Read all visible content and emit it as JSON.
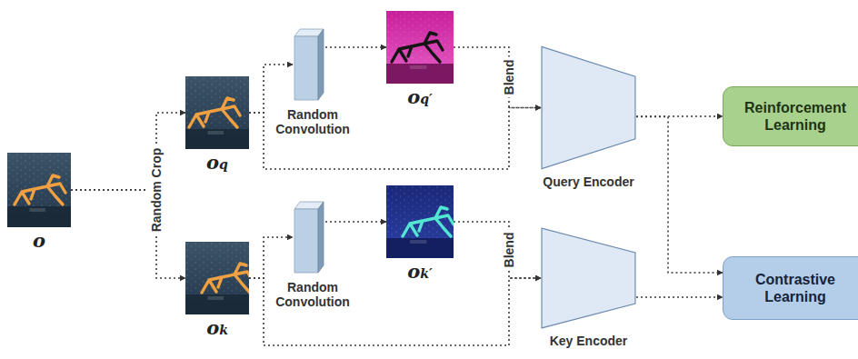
{
  "diagram": {
    "nodes": [
      {
        "text": [
          "o"
        ]
      },
      {
        "text": [
          "oq"
        ]
      },
      {
        "text": [
          "Random Convolution"
        ]
      },
      {
        "text": [
          "oq′"
        ]
      },
      {
        "text": [
          "Query Encoder"
        ]
      },
      {
        "text": [
          "Reinforcement Learning"
        ]
      },
      {
        "text": [
          "ok"
        ]
      },
      {
        "text": [
          "Random Convolution"
        ]
      },
      {
        "text": [
          "ok′"
        ]
      },
      {
        "text": [
          "Key Encoder"
        ]
      },
      {
        "text": [
          "Contrastive Learning"
        ]
      }
    ],
    "edges": [
      {
        "from": 0,
        "to": 1,
        "label": "Random Crop",
        "arrow": "to"
      },
      {
        "from": 0,
        "to": 6,
        "arrow": "to"
      },
      {
        "from": 1,
        "to": 2,
        "arrow": "to"
      },
      {
        "from": 2,
        "to": 3,
        "arrow": "to"
      },
      {
        "from": 3,
        "to": 4,
        "label": "Blend",
        "arrow": "to"
      },
      {
        "from": 1,
        "to": 4,
        "arrow": "to"
      },
      {
        "from": 4,
        "to": 5,
        "arrow": "to"
      },
      {
        "from": 4,
        "to": 10,
        "arrow": "to"
      },
      {
        "from": 6,
        "to": 7,
        "arrow": "to"
      },
      {
        "from": 7,
        "to": 8,
        "arrow": "to"
      },
      {
        "from": 8,
        "to": 9,
        "label": "Blend",
        "arrow": "to"
      },
      {
        "from": 6,
        "to": 9,
        "arrow": "to"
      },
      {
        "from": 9,
        "to": 10,
        "arrow": "to"
      }
    ]
  }
}
